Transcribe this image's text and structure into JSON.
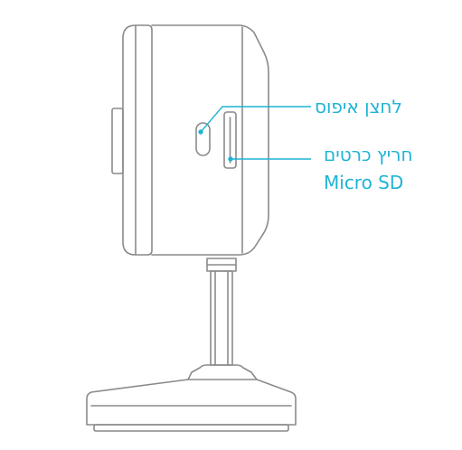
{
  "labels": {
    "reset_button": "לחצן איפוס",
    "card_slot_line1": "חריץ כרטים",
    "card_slot_line2": "Micro SD"
  },
  "colors": {
    "callout": "#1fb4d4",
    "outline": "#8a8a8a"
  }
}
